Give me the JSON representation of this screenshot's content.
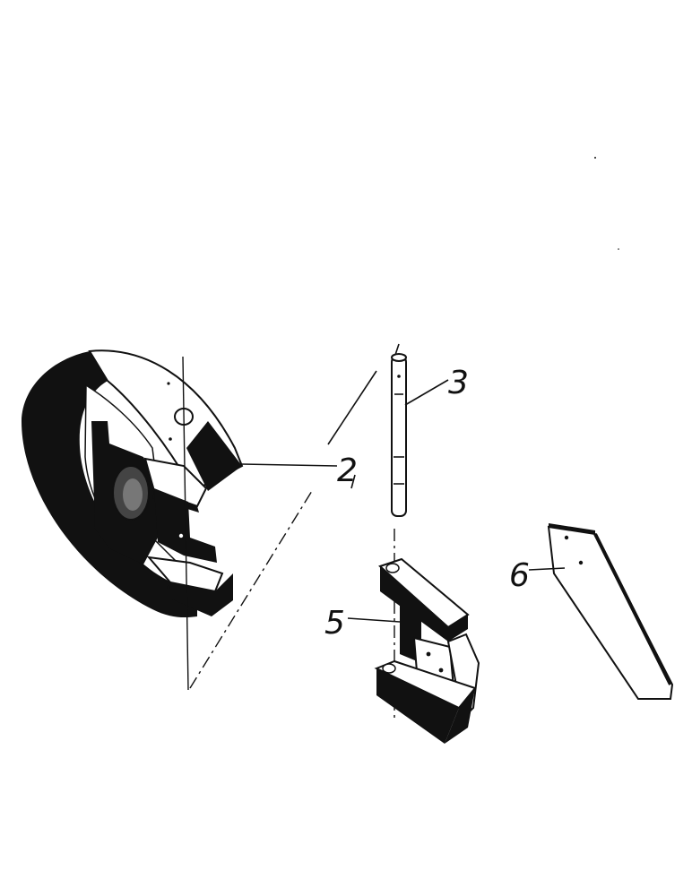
{
  "callouts": {
    "part_2": "2",
    "part_3": "3",
    "part_5": "5",
    "part_6": "6"
  },
  "colors": {
    "ink": "#111111",
    "paper": "#ffffff"
  }
}
